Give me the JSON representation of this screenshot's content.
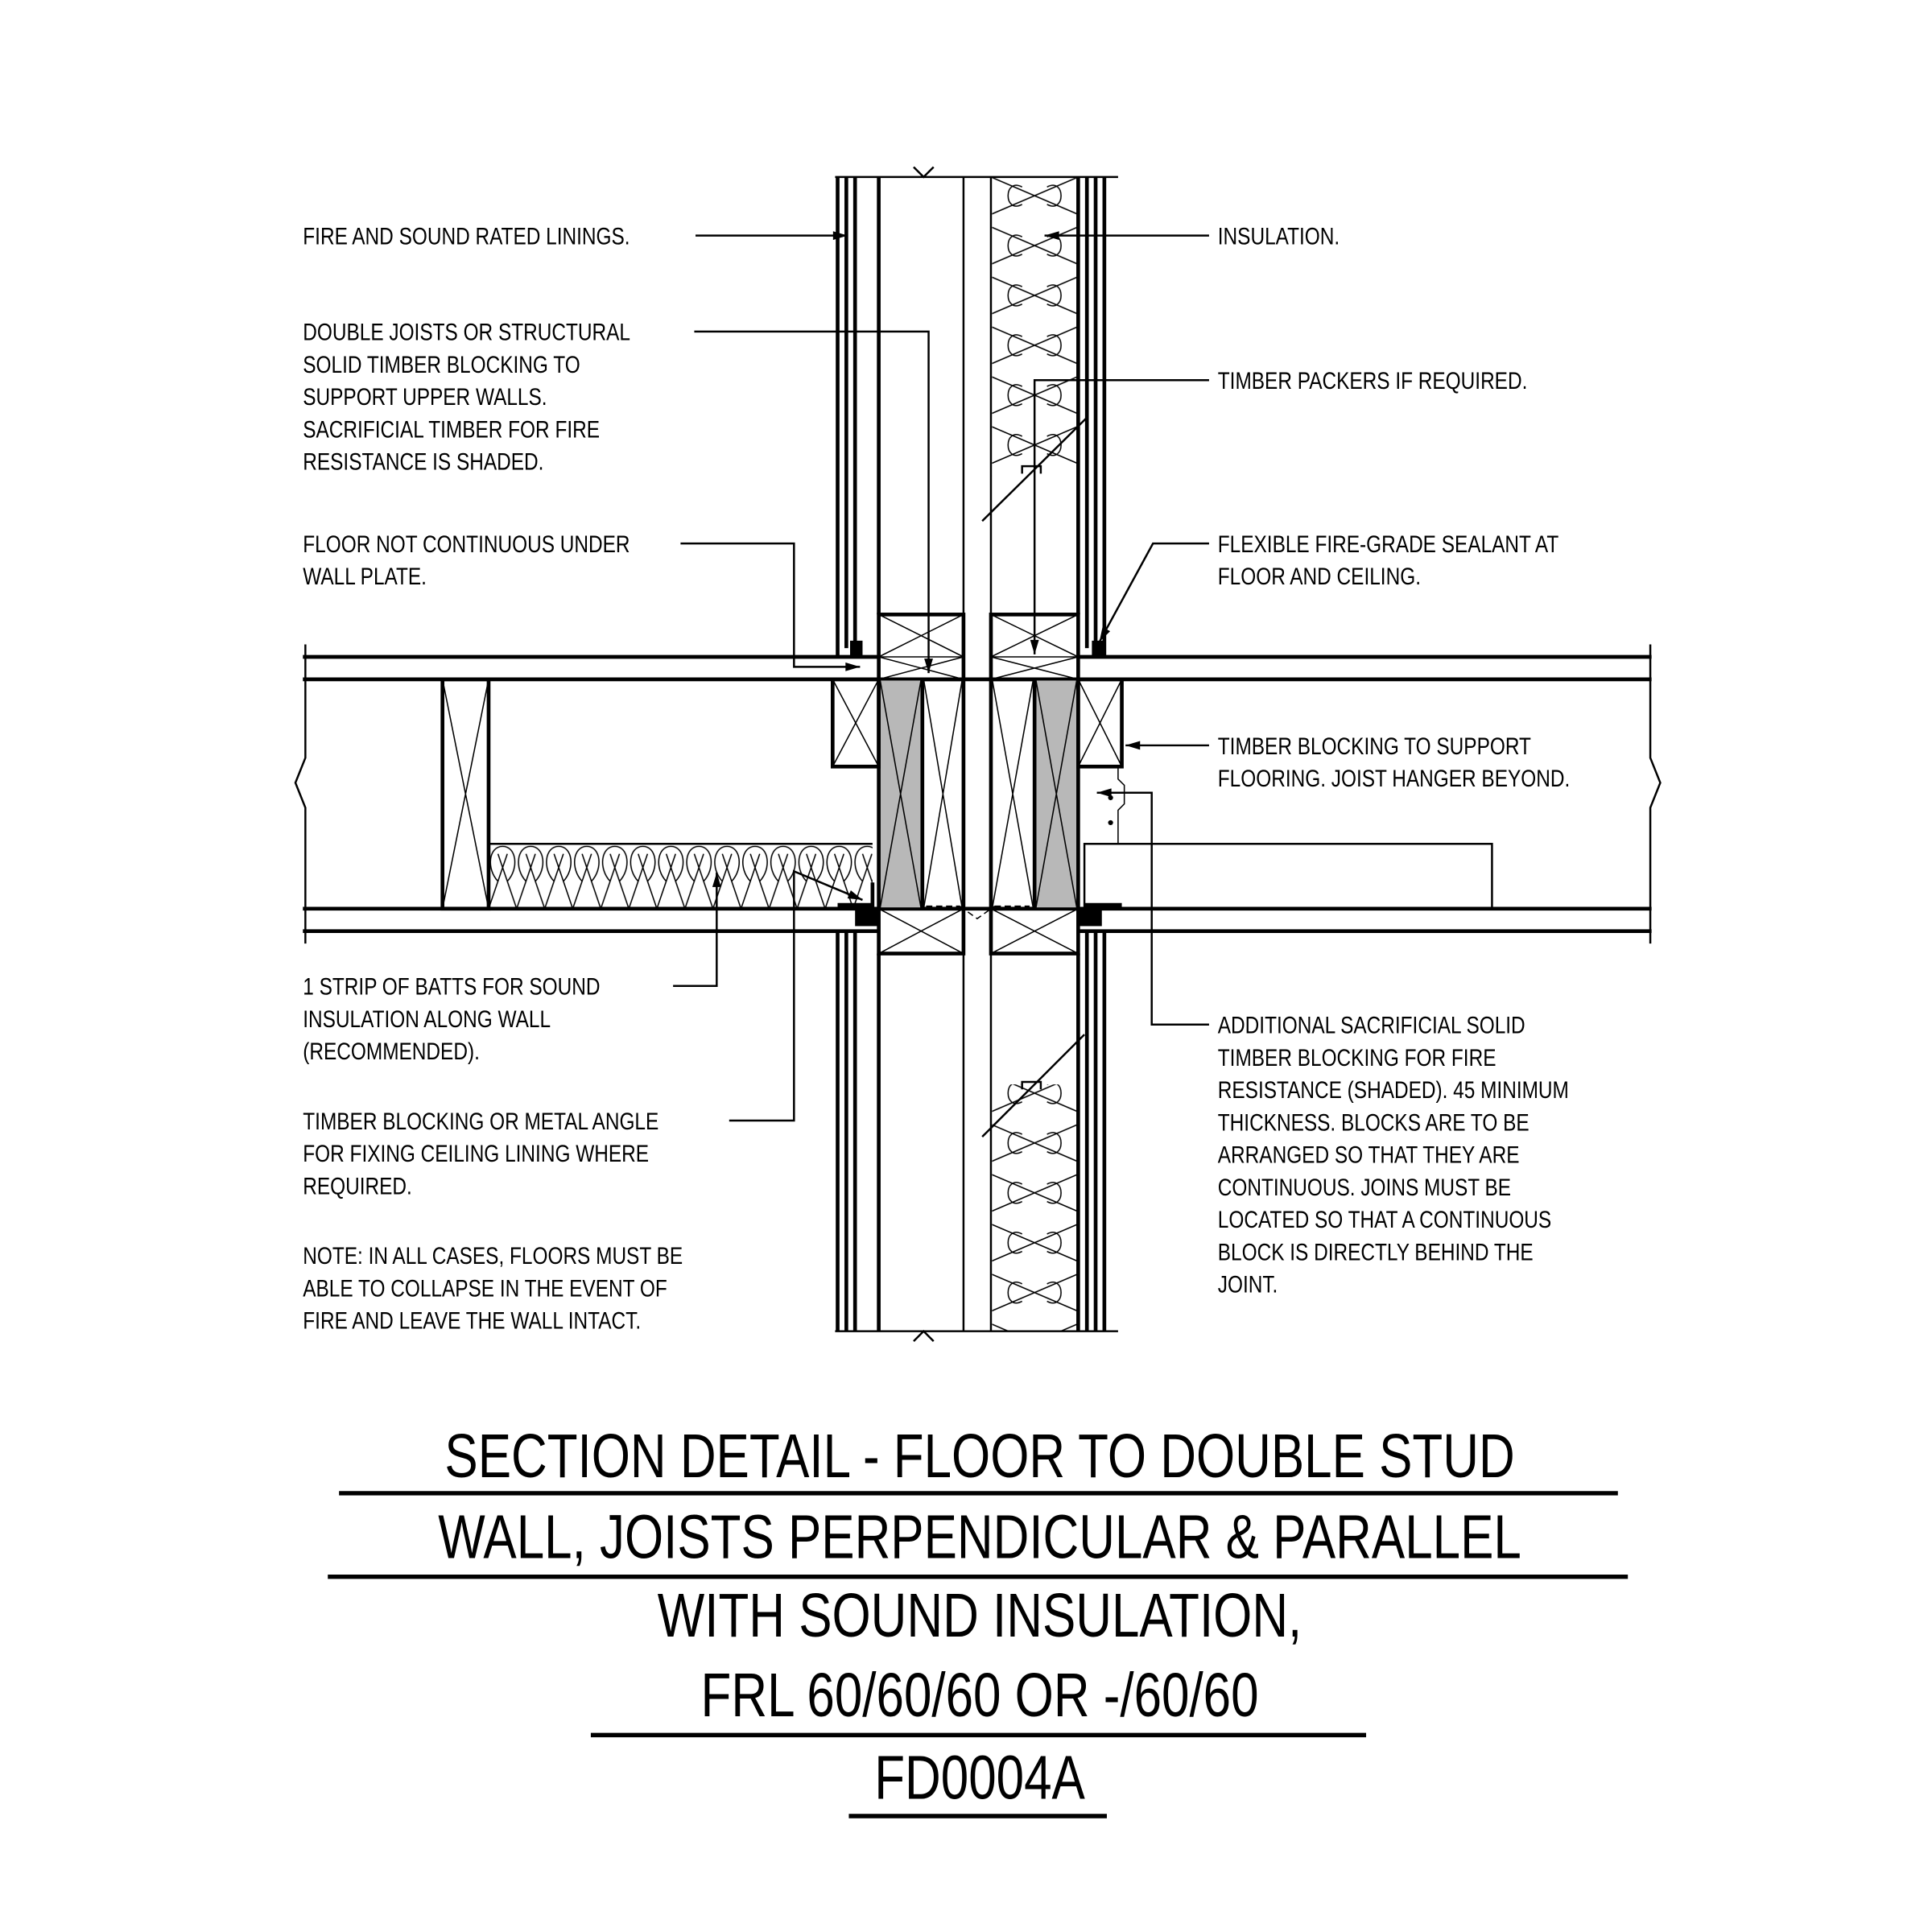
{
  "labels_left": {
    "linings": [
      "FIRE AND SOUND RATED LININGS."
    ],
    "double_joists": [
      "DOUBLE JOISTS OR STRUCTURAL",
      "SOLID TIMBER BLOCKING TO",
      "SUPPORT UPPER WALLS.",
      "SACRIFICIAL TIMBER FOR FIRE",
      "RESISTANCE IS SHADED."
    ],
    "floor_not_continuous": [
      "FLOOR NOT CONTINUOUS UNDER",
      "WALL PLATE."
    ],
    "batts": [
      "1 STRIP OF BATTS FOR SOUND",
      "INSULATION ALONG WALL",
      "(RECOMMENDED)."
    ],
    "ceiling_fixing": [
      "TIMBER BLOCKING OR METAL ANGLE",
      "FOR FIXING CEILING LINING WHERE",
      "REQUIRED."
    ],
    "note": [
      "NOTE: IN ALL CASES, FLOORS MUST BE",
      "ABLE TO COLLAPSE IN THE EVENT OF",
      "FIRE AND LEAVE THE WALL INTACT."
    ]
  },
  "labels_right": {
    "insulation": [
      "INSULATION."
    ],
    "packers": [
      "TIMBER PACKERS IF REQUIRED."
    ],
    "sealant": [
      "FLEXIBLE FIRE-GRADE SEALANT AT",
      "FLOOR AND CEILING."
    ],
    "blocking": [
      "TIMBER BLOCKING TO SUPPORT",
      "FLOORING. JOIST HANGER BEYOND."
    ],
    "additional": [
      "ADDITIONAL SACRIFICIAL SOLID",
      "TIMBER BLOCKING FOR FIRE",
      "RESISTANCE (SHADED). 45 MINIMUM",
      "THICKNESS. BLOCKS ARE TO BE",
      "ARRANGED SO THAT THEY ARE",
      "CONTINUOUS. JOINS MUST BE",
      "LOCATED SO THAT A CONTINUOUS",
      "BLOCK IS DIRECTLY BEHIND THE",
      "JOINT."
    ]
  },
  "title": {
    "lines": [
      "SECTION DETAIL - FLOOR TO DOUBLE STUD",
      "WALL, JOISTS PERPENDICULAR & PARALLEL",
      "WITH SOUND INSULATION,",
      "FRL 60/60/60 OR -/60/60",
      "FD0004A"
    ]
  },
  "colors": {
    "line": "#000000",
    "shade": "#b8b8b8",
    "background": "#ffffff"
  }
}
